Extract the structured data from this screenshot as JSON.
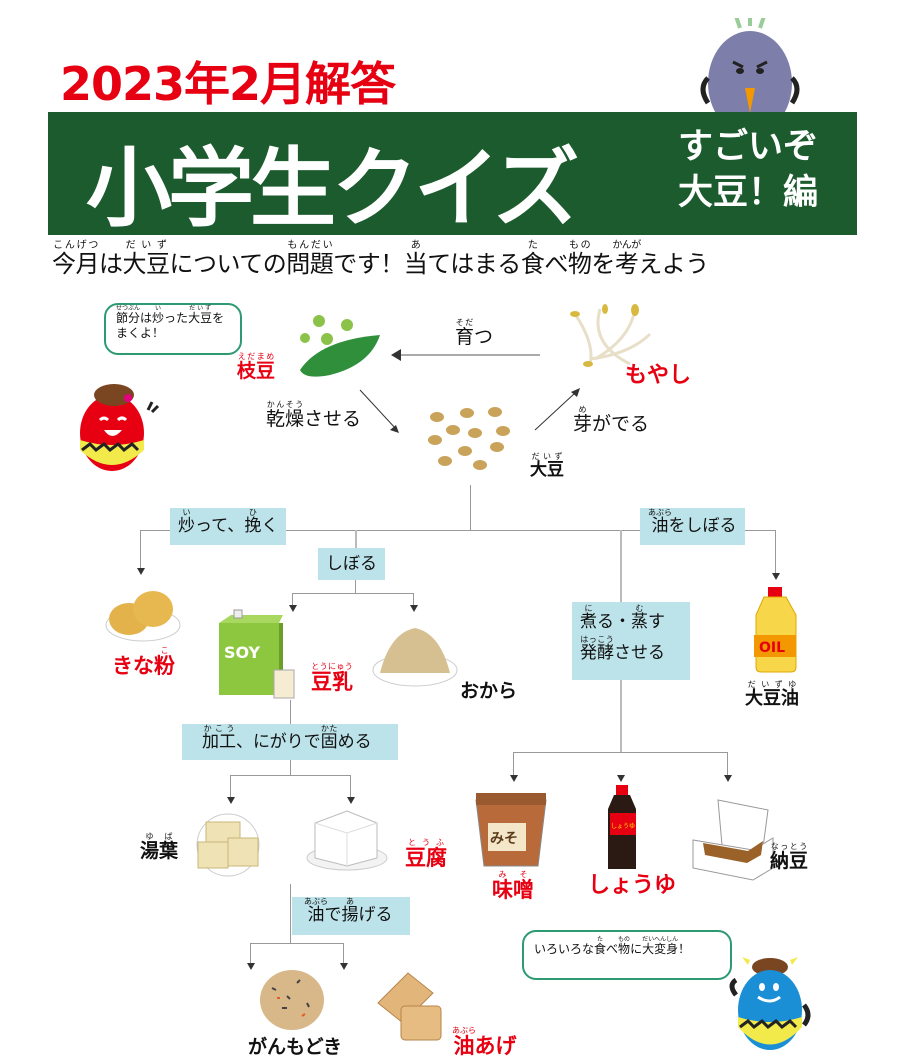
{
  "header": {
    "year_title": "2023年2月解答",
    "main_title": "小学生クイズ",
    "subtitle_line1": "すごいぞ",
    "subtitle_line2": "大豆！編"
  },
  "intro": [
    {
      "t": "今月",
      "r": "こんげつ"
    },
    {
      "t": "は"
    },
    {
      "t": "大豆",
      "r": "だいず"
    },
    {
      "t": "についての"
    },
    {
      "t": "問題",
      "r": "もんだい"
    },
    {
      "t": "です！"
    },
    {
      "t": "当",
      "r": "あ"
    },
    {
      "t": "てはまる"
    },
    {
      "t": "食",
      "r": "た"
    },
    {
      "t": "べ"
    },
    {
      "t": "物",
      "r": "もの"
    },
    {
      "t": "を"
    },
    {
      "t": "考",
      "r": "かんが"
    },
    {
      "t": "えよう"
    }
  ],
  "bubble_top": [
    {
      "t": "節分",
      "r": "せつぶん"
    },
    {
      "t": "は"
    },
    {
      "t": "炒",
      "r": "い"
    },
    {
      "t": "った"
    },
    {
      "t": "大豆",
      "r": "だいず"
    },
    {
      "t": "を まくよ！"
    }
  ],
  "bubble_bottom": [
    {
      "t": "いろいろな"
    },
    {
      "t": "食",
      "r": "た"
    },
    {
      "t": "べ"
    },
    {
      "t": "物",
      "r": "もの"
    },
    {
      "t": "に"
    },
    {
      "t": "大変身",
      "r": "だいへんしん"
    },
    {
      "t": "！"
    }
  ],
  "cycle": {
    "edamame": [
      {
        "t": "枝豆",
        "r": "えだまめ"
      }
    ],
    "moyashi": [
      {
        "t": "もやし"
      }
    ],
    "daizu": [
      {
        "t": "大豆",
        "r": "だいず"
      }
    ],
    "grow": [
      {
        "t": "育",
        "r": "そだ"
      },
      {
        "t": "つ"
      }
    ],
    "dry": [
      {
        "t": "乾燥",
        "r": "かんそう"
      },
      {
        "t": "させる"
      }
    ],
    "sprout": [
      {
        "t": "芽",
        "r": "め"
      },
      {
        "t": "がでる"
      }
    ]
  },
  "steps": {
    "roast": [
      {
        "t": "炒",
        "r": "い"
      },
      {
        "t": "って、"
      },
      {
        "t": "挽",
        "r": "ひ"
      },
      {
        "t": "く"
      }
    ],
    "squeeze": [
      {
        "t": "しぼる"
      }
    ],
    "oil": [
      {
        "t": "油",
        "r": "あぶら"
      },
      {
        "t": "をしぼる"
      }
    ],
    "boil": [
      {
        "t": "煮",
        "r": "に"
      },
      {
        "t": "る・"
      },
      {
        "t": "蒸",
        "r": "む"
      },
      {
        "t": "す"
      }
    ],
    "ferment": [
      {
        "t": "発酵",
        "r": "はっこう"
      },
      {
        "t": "させる"
      }
    ],
    "process": [
      {
        "t": "加工",
        "r": "かこう"
      },
      {
        "t": "、にがりで"
      },
      {
        "t": "固",
        "r": "かた"
      },
      {
        "t": "める"
      }
    ],
    "fry": [
      {
        "t": "油",
        "r": "あぶら"
      },
      {
        "t": "で"
      },
      {
        "t": "揚",
        "r": "あ"
      },
      {
        "t": "げる"
      }
    ]
  },
  "foods": {
    "kinako": [
      {
        "t": "きな"
      },
      {
        "t": "粉",
        "r": "こ"
      }
    ],
    "tonyu": [
      {
        "t": "豆乳",
        "r": "とうにゅう"
      }
    ],
    "okara": [
      {
        "t": "おから"
      }
    ],
    "daizuyu": [
      {
        "t": "大豆油",
        "r": "だいずゆ"
      }
    ],
    "yuba": [
      {
        "t": "湯葉",
        "r": "ゆば"
      }
    ],
    "tofu": [
      {
        "t": "豆腐",
        "r": "とうふ"
      }
    ],
    "miso": [
      {
        "t": "味噌",
        "r": "みそ"
      }
    ],
    "shoyu": [
      {
        "t": "しょうゆ"
      }
    ],
    "natto": [
      {
        "t": "納豆",
        "r": "なっとう"
      }
    ],
    "ganmodoki": [
      {
        "t": "がんもどき"
      }
    ],
    "aburaage": [
      {
        "t": "油",
        "r": "あぶら"
      },
      {
        "t": "あげ"
      }
    ]
  },
  "packaging": {
    "soy_carton": "SOY",
    "oil_bottle": "OIL",
    "miso_tub": "みそ",
    "shoyu_bottle": "しょうゆ"
  },
  "colors": {
    "banner": "#1b5b2e",
    "accent_red": "#e60012",
    "step_box": "#bde3ea",
    "bubble_border": "#2e9a72"
  }
}
